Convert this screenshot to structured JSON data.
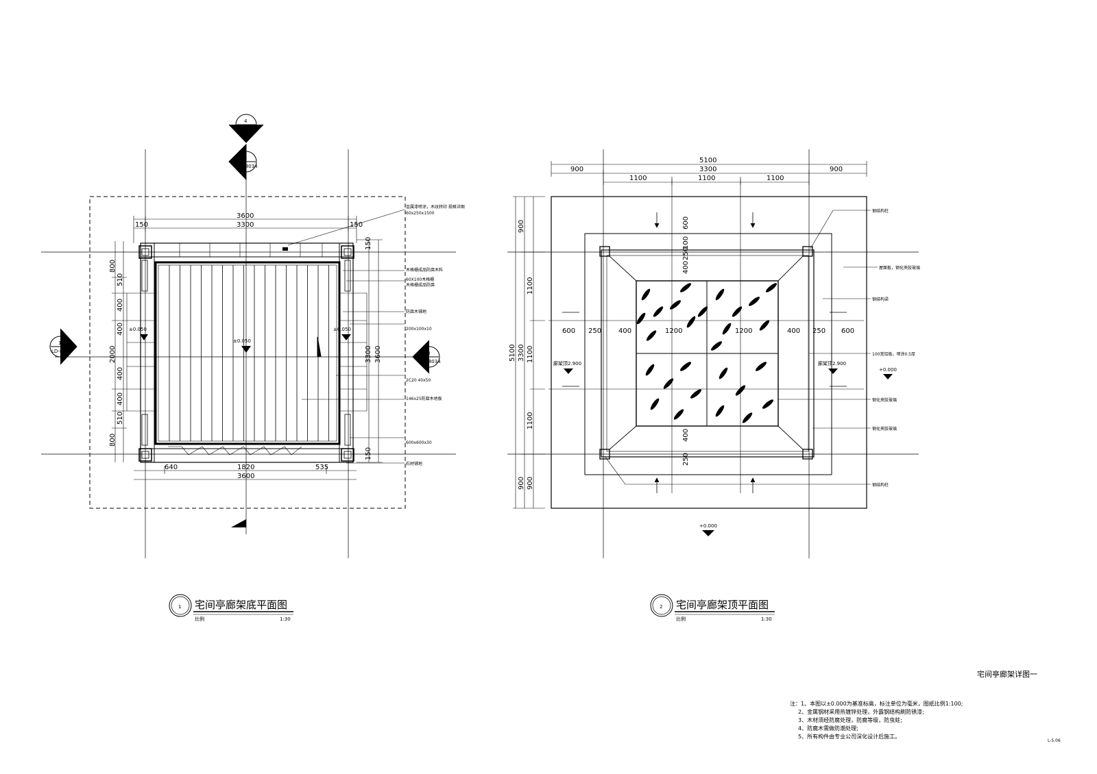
{
  "plan1": {
    "title": "宅间亭廊架底平面图",
    "scale": "1:30",
    "sub_label": "比例",
    "circle_num": "1",
    "top_dims": [
      "3600",
      "3300",
      "150",
      "150"
    ],
    "bottom_dims": [
      "640",
      "1820",
      "3600",
      "535"
    ],
    "left_dims": [
      "800",
      "510",
      "400",
      "400",
      "2000",
      "400",
      "400",
      "510",
      "800"
    ],
    "right_dims": [
      "150",
      "3300",
      "3600",
      "150"
    ],
    "level_labels": [
      "±0.050",
      "±0.050",
      "±0.050"
    ],
    "sections": [
      {
        "num": "4",
        "ref": "LD-8034"
      },
      {
        "num": "2",
        "ref": "LD-8034"
      },
      {
        "num": "1",
        "ref": "LD-8034"
      },
      {
        "num": "3",
        "ref": "LD-8034"
      }
    ],
    "annotations": [
      "金属漆喷涂，木纹转印 规格详图",
      "60x250x1500",
      "木格栅成品防腐木料",
      "60X100木格栅",
      "木格栅成品防腐",
      "防腐木铺地",
      "200x100x10",
      "2C20 40x50",
      "146x25防腐木地板",
      "600x600x30",
      "石材铺地"
    ]
  },
  "plan2": {
    "title": "宅间亭廊架顶平面图",
    "scale": "1:30",
    "sub_label": "比例",
    "circle_num": "2",
    "top_dims": [
      "5100",
      "900",
      "3300",
      "900",
      "1100",
      "1100",
      "1100"
    ],
    "left_dims": [
      "900",
      "1100",
      "5100",
      "3300",
      "1100",
      "1100",
      "900",
      "900"
    ],
    "inner_dims": [
      "600",
      "250",
      "400",
      "1200",
      "1200",
      "400",
      "250",
      "600",
      "400",
      "100",
      "250",
      "400",
      "250",
      "600"
    ],
    "level_labels": [
      "廊架顶2.900",
      "廊架顶2.900",
      "+0.000",
      "+0.000"
    ],
    "annotations": [
      "钢结构柱",
      "屋面板，钢化夹胶玻璃",
      "钢结构梁",
      "100宽铝板，喷涂0.5厚",
      "钢化夹胶玻璃",
      "钢化夹胶玻璃",
      "钢结构柱"
    ]
  },
  "right_title": "宅间亭廊架详图一",
  "notes": [
    "注：1、本图以±0.000为基准标高，标注单位为毫米，图纸比例1:100;",
    "2、金属钢材采用热镀锌处理，外露钢结构刷防锈漆;",
    "3、木材须经防腐处理，防腐等级，防虫蛀;",
    "4、防腐木需做防潮处理;",
    "5、所有构件由专业公司深化设计后施工。"
  ],
  "sheet_no": "L-5.06"
}
